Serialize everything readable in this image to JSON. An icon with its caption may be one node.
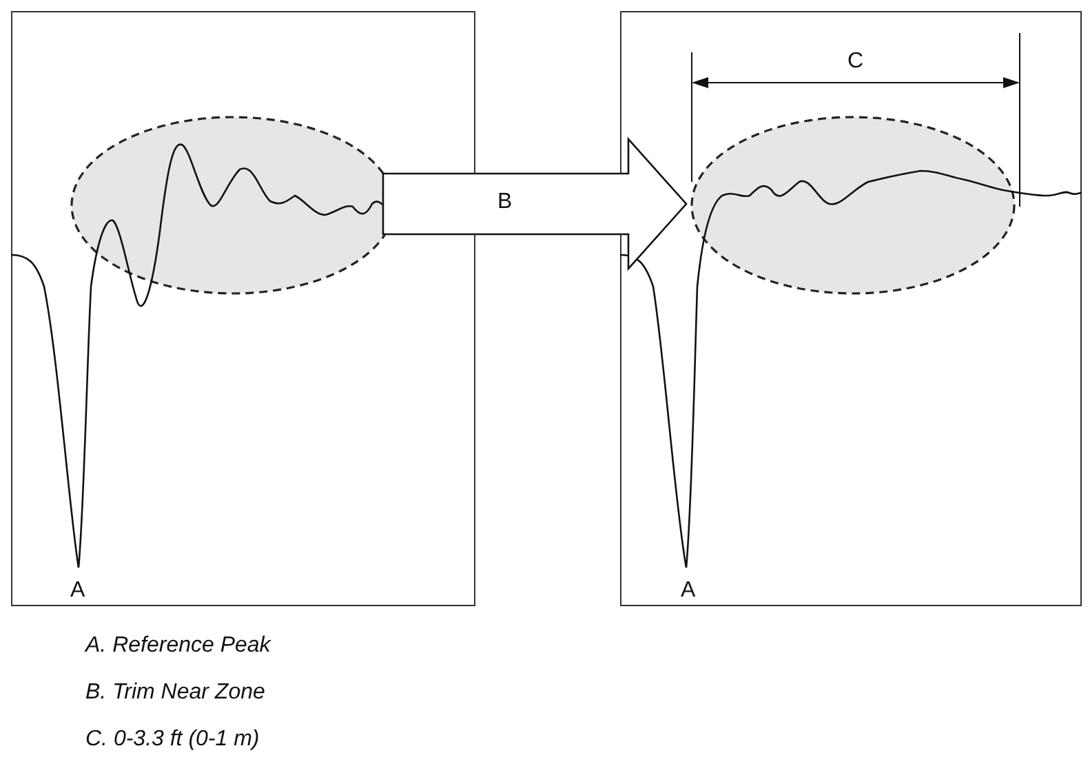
{
  "diagram": {
    "nodes": [
      {
        "text": [],
        "shape": "box"
      },
      {
        "text": [],
        "shape": "box"
      },
      {
        "text": [],
        "shape": "ellipse",
        "in": 0
      },
      {
        "text": [],
        "shape": "ellipse",
        "in": 1
      }
    ],
    "edges": [
      {
        "from": 2,
        "to": 3,
        "arrow": "to",
        "label": "B"
      }
    ],
    "labels": [
      "A",
      "A",
      "C",
      "A. Reference Peak",
      "B. Trim Near Zone",
      "C. 0-3.3 ft (0-1 m)"
    ]
  }
}
